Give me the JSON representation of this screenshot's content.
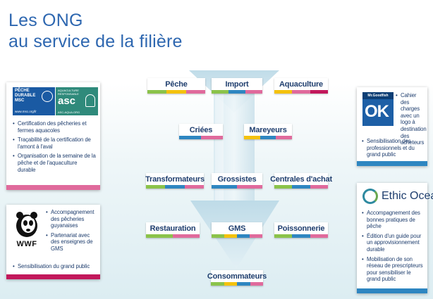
{
  "title": {
    "line1": "Les ONG",
    "line2": "au service de la filière"
  },
  "palette": {
    "bar_colors": [
      "#8bc34a",
      "#f4c20d",
      "#2e86c1",
      "#e06a9c",
      "#c2185b"
    ],
    "arrow_fill": "#cfe3ec",
    "node_text": "#1f3e6e"
  },
  "nodes": {
    "peche": "Pêche",
    "import": "Import",
    "aquaculture": "Aquaculture",
    "criees": "Criées",
    "mareyeurs": "Mareyeurs",
    "transformateurs": "Transformateurs",
    "grossistes": "Grossistes",
    "centrales": "Centrales d'achat",
    "restauration": "Restauration",
    "gms": "GMS",
    "poissonnerie": "Poissonnerie",
    "consommateurs": "Consommateurs"
  },
  "cards": {
    "msc_asc": {
      "msc_logo": {
        "line1": "PÊCHE",
        "line2": "DURABLE",
        "line3": "MSC",
        "url": "www.msc.org/fr"
      },
      "asc_logo": {
        "top": "AQUACULTURE RESPONSABLE",
        "brand": "asc",
        "bottom": "ASC-AQUA.ORG"
      },
      "items": [
        "Certification des pêcheries et fermes aquacoles",
        "Traçabilité de la certification de l'amont à l'aval",
        "Organisation de la semaine de la pêche et de l'aquaculture durable"
      ],
      "band_color": "#e06a9c"
    },
    "wwf": {
      "logo_text": "WWF",
      "items": [
        "Accompagnement des pêcheries guyanaises",
        "Partenariat avec des enseignes de GMS",
        "Sensibilisation du grand public"
      ],
      "band_color": "#c2185b"
    },
    "goodfish": {
      "logo_head": "Mr.Goodfish",
      "logo_mark": "OK",
      "items": [
        "Cahier des charges avec un logo à destination des acheteurs",
        "Sensibilisation des professionnels et du grand public"
      ],
      "band_color": "#2e86c1"
    },
    "ethic_ocean": {
      "logo_text": "Ethic Ocean",
      "items": [
        "Accompagnement des bonnes pratiques de pêche",
        "Édition d'un guide pour un approvisionnement durable",
        "Mobilisation de son réseau de prescripteurs pour sensibiliser le grand public"
      ],
      "band_color": "#2e86c1"
    }
  }
}
